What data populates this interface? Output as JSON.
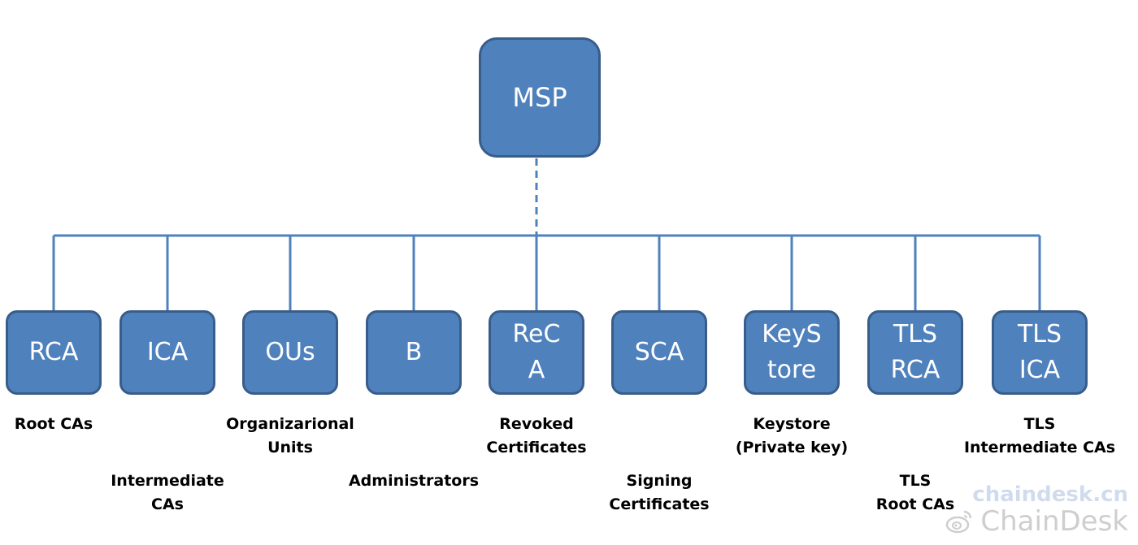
{
  "diagram": {
    "root": {
      "label": "MSP"
    },
    "children": [
      {
        "id": "rca",
        "label": "RCA",
        "caption": "Root CAs"
      },
      {
        "id": "ica",
        "label": "ICA",
        "caption": "Intermediate\nCAs"
      },
      {
        "id": "ous",
        "label": "OUs",
        "caption": "Organizarional\nUnits"
      },
      {
        "id": "b",
        "label": "B",
        "caption": "Administrators"
      },
      {
        "id": "reca",
        "label": "ReC\nA",
        "caption": "Revoked\nCertificates"
      },
      {
        "id": "sca",
        "label": "SCA",
        "caption": "Signing\nCertificates"
      },
      {
        "id": "keystore",
        "label": "KeyS\ntore",
        "caption": "Keystore\n(Private key)"
      },
      {
        "id": "tls-rca",
        "label": "TLS\nRCA",
        "caption": "TLS\nRoot CAs"
      },
      {
        "id": "tls-ica",
        "label": "TLS\nICA",
        "caption": "TLS\nIntermediate CAs"
      }
    ]
  },
  "watermark": {
    "line1": "chaindesk.cn",
    "line2": "ChainDesk",
    "icon": "weibo-icon"
  },
  "colors": {
    "node_fill": "#4f81bd",
    "node_border": "#385d8a",
    "connector": "#4f81bd",
    "node_text": "#ffffff",
    "caption_text": "#000000"
  }
}
